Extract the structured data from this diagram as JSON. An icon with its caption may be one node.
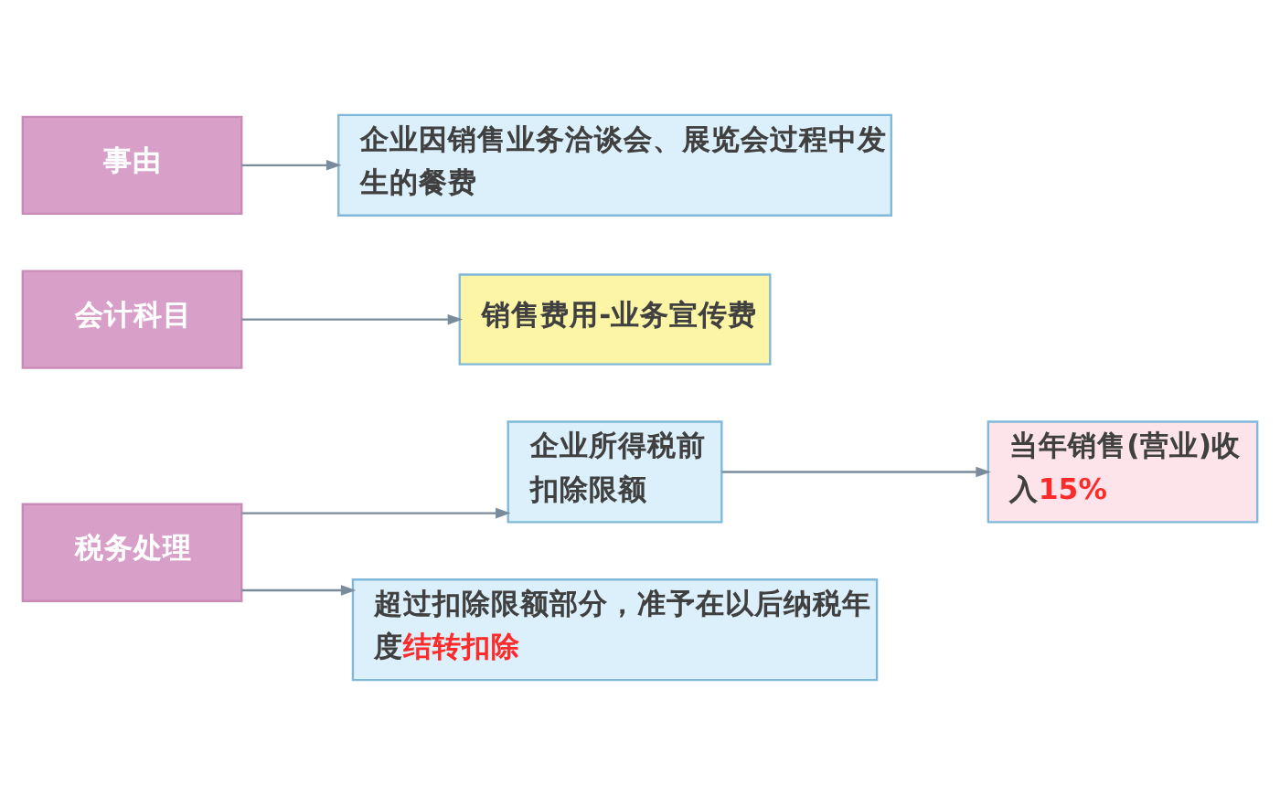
{
  "diagram": {
    "nodes": [
      {
        "text": [
          "事由"
        ]
      },
      {
        "text": [
          "企业因销售业务洽谈会、展览会过程中发生的餐费"
        ]
      },
      {
        "text": [
          "会计科目"
        ]
      },
      {
        "text": [
          "销售费用-业务宣传费"
        ]
      },
      {
        "text": [
          "税务处理"
        ]
      },
      {
        "text": [
          "企业所得税前扣除限额"
        ]
      },
      {
        "text": [
          "当年销售(营业)收入**15%**"
        ]
      },
      {
        "text": [
          "超过扣除限额部分，准予在以后纳税年度**结转扣除**"
        ]
      }
    ],
    "edges": [
      {
        "from": 0,
        "to": 1,
        "arrow": "to"
      },
      {
        "from": 2,
        "to": 3,
        "arrow": "to"
      },
      {
        "from": 4,
        "to": 5,
        "arrow": "to"
      },
      {
        "from": 4,
        "to": 7,
        "arrow": "to"
      },
      {
        "from": 5,
        "to": 6,
        "arrow": "to"
      }
    ]
  }
}
